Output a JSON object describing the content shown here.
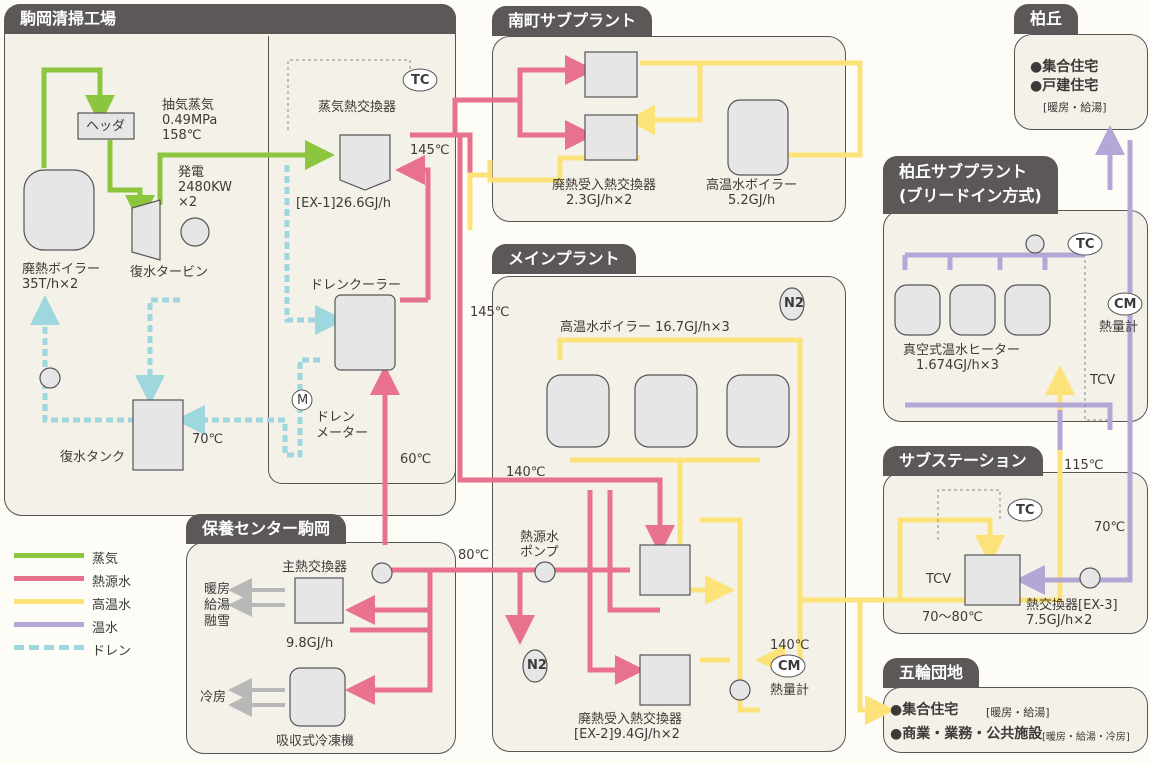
{
  "sections": {
    "komaoka": "駒岡清掃工場",
    "minamimachi": "南町サブプラント",
    "kashiwaoka": "柏丘",
    "kashiwaoka_sub": "柏丘サブプラント",
    "kashiwaoka_sub2": "(ブリードイン方式)",
    "main": "メインプラント",
    "substation": "サブステーション",
    "hoyo": "保養センター駒岡",
    "gorin": "五輪団地"
  },
  "labels": {
    "header": "ヘッダ",
    "extract_steam": "抽気蒸気",
    "extract_pressure": "0.49MPa",
    "extract_temp": "158℃",
    "power": "発電",
    "power_val": "2480KW",
    "power_mult": "×2",
    "waste_boiler": "廃熱ボイラー",
    "waste_boiler_val": "35T/h×2",
    "condensing_turbine": "復水タービン",
    "condensate_tank": "復水タンク",
    "temp70a": "70℃",
    "steam_hx": "蒸気熱交換器",
    "tc1": "TC",
    "temp145a": "145℃",
    "ex1": "[EX-1]26.6GJ/h",
    "drain_cooler": "ドレンクーラー",
    "m": "M",
    "drain_meter": "ドレン",
    "drain_meter2": "メーター",
    "temp60": "60℃",
    "temp145b": "145℃",
    "m_hx": "廃熱受入熱交換器",
    "m_hx_val": "2.3GJ/h×2",
    "m_boiler": "高温水ボイラー",
    "m_boiler_val": "5.2GJ/h",
    "kashiwa_1": "●集合住宅",
    "kashiwa_2": "●戸建住宅",
    "kashiwa_3": "[暖房・給湯]",
    "tc2": "TC",
    "cm1": "CM",
    "heat_meter1": "熱量計",
    "vacuum_heater": "真空式温水ヒーター",
    "vacuum_heater_val": "1.674GJ/h×3",
    "tcv1": "TCV",
    "n2a": "N2",
    "main_boiler": "高温水ボイラー 16.7GJ/h×3",
    "temp140a": "140℃",
    "pump": "熱源水",
    "pump2": "ポンプ",
    "n2b": "N2",
    "ex2a": "廃熱受入熱交換器",
    "ex2b": "[EX-2]9.4GJ/h×2",
    "temp140b": "140℃",
    "cm2": "CM",
    "heat_meter2": "熱量計",
    "temp115": "115℃",
    "temp70b": "70℃",
    "tc3": "TC",
    "tcv2": "TCV",
    "temp7080": "70～80℃",
    "ex3a": "熱交換器[EX-3]",
    "ex3b": "7.5GJ/h×2",
    "temp80": "80℃",
    "main_hx": "主熱交換器",
    "main_hx_val": "9.8GJ/h",
    "heating1": "暖房",
    "heating2": "給湯",
    "heating3": "融雪",
    "cooling": "冷房",
    "absorption": "吸収式冷凍機",
    "gorin1": "●集合住宅",
    "gorin1s": "[暖房・給湯]",
    "gorin2": "●商業・業務・公共施設",
    "gorin2s": "[暖房・給湯・冷房]"
  },
  "legend": [
    {
      "label": "蒸気",
      "color": "#8cc63f"
    },
    {
      "label": "熱源水",
      "color": "#e8718d"
    },
    {
      "label": "高温水",
      "color": "#fde27a"
    },
    {
      "label": "温水",
      "color": "#b4a7d6"
    },
    {
      "label": "ドレン",
      "color": "#9fd7df"
    }
  ]
}
